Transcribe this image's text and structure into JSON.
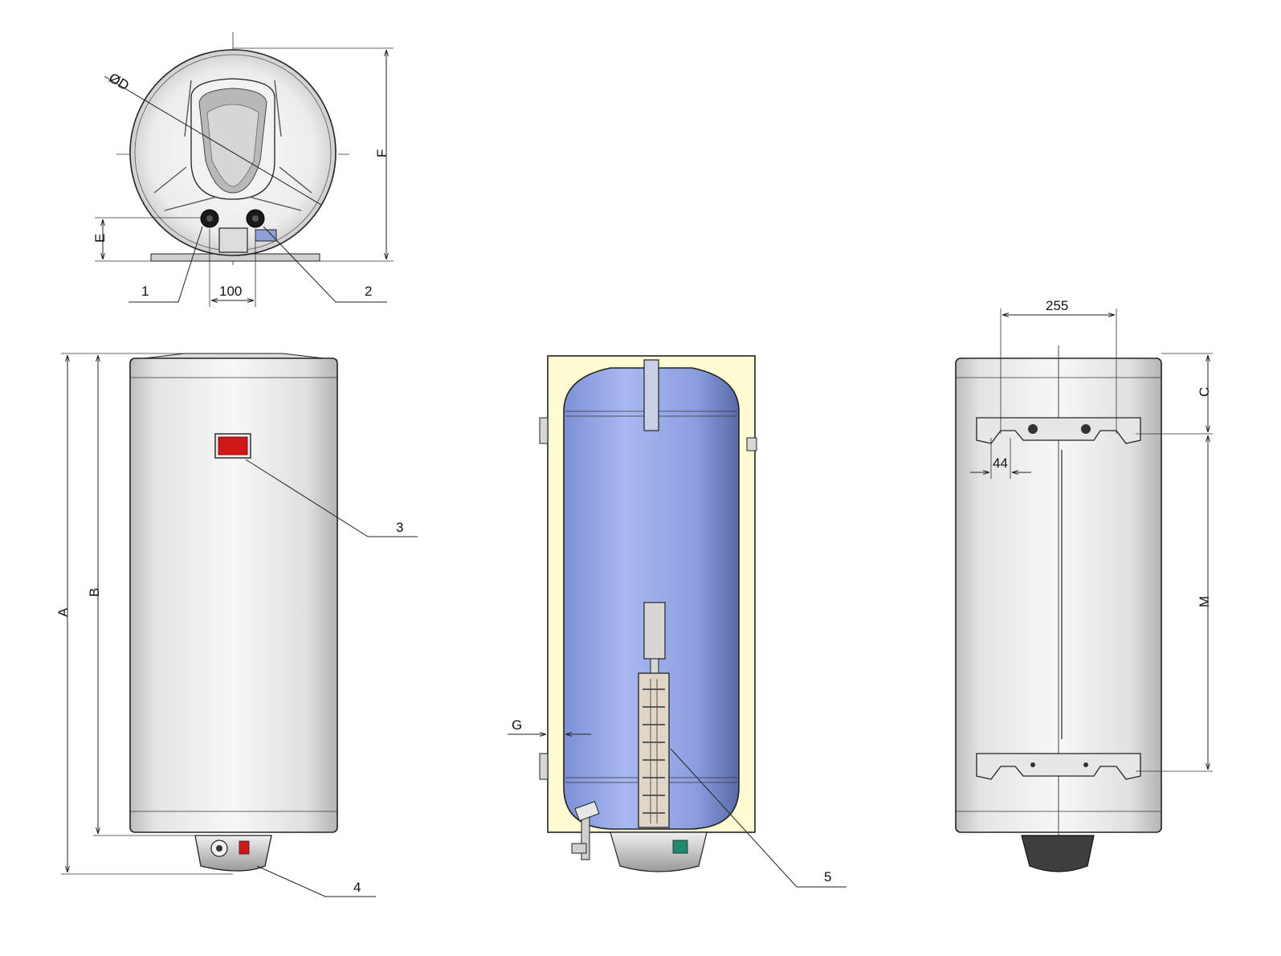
{
  "labels": {
    "callout_1": "1",
    "callout_2": "2",
    "callout_3": "3",
    "callout_4": "4",
    "callout_5": "5",
    "dim_diameter": "ØD",
    "dim_E": "E",
    "dim_F": "F",
    "dim_100": "100",
    "dim_A": "A",
    "dim_B": "B",
    "dim_G": "G",
    "dim_255": "255",
    "dim_C": "C",
    "dim_44": "44",
    "dim_M": "M"
  },
  "colors": {
    "shell": "#e8e8e8",
    "tank_blue": "#9aaee8",
    "insulation": "#fffbd2",
    "indicator_red": "#d01818",
    "line": "#222222"
  }
}
